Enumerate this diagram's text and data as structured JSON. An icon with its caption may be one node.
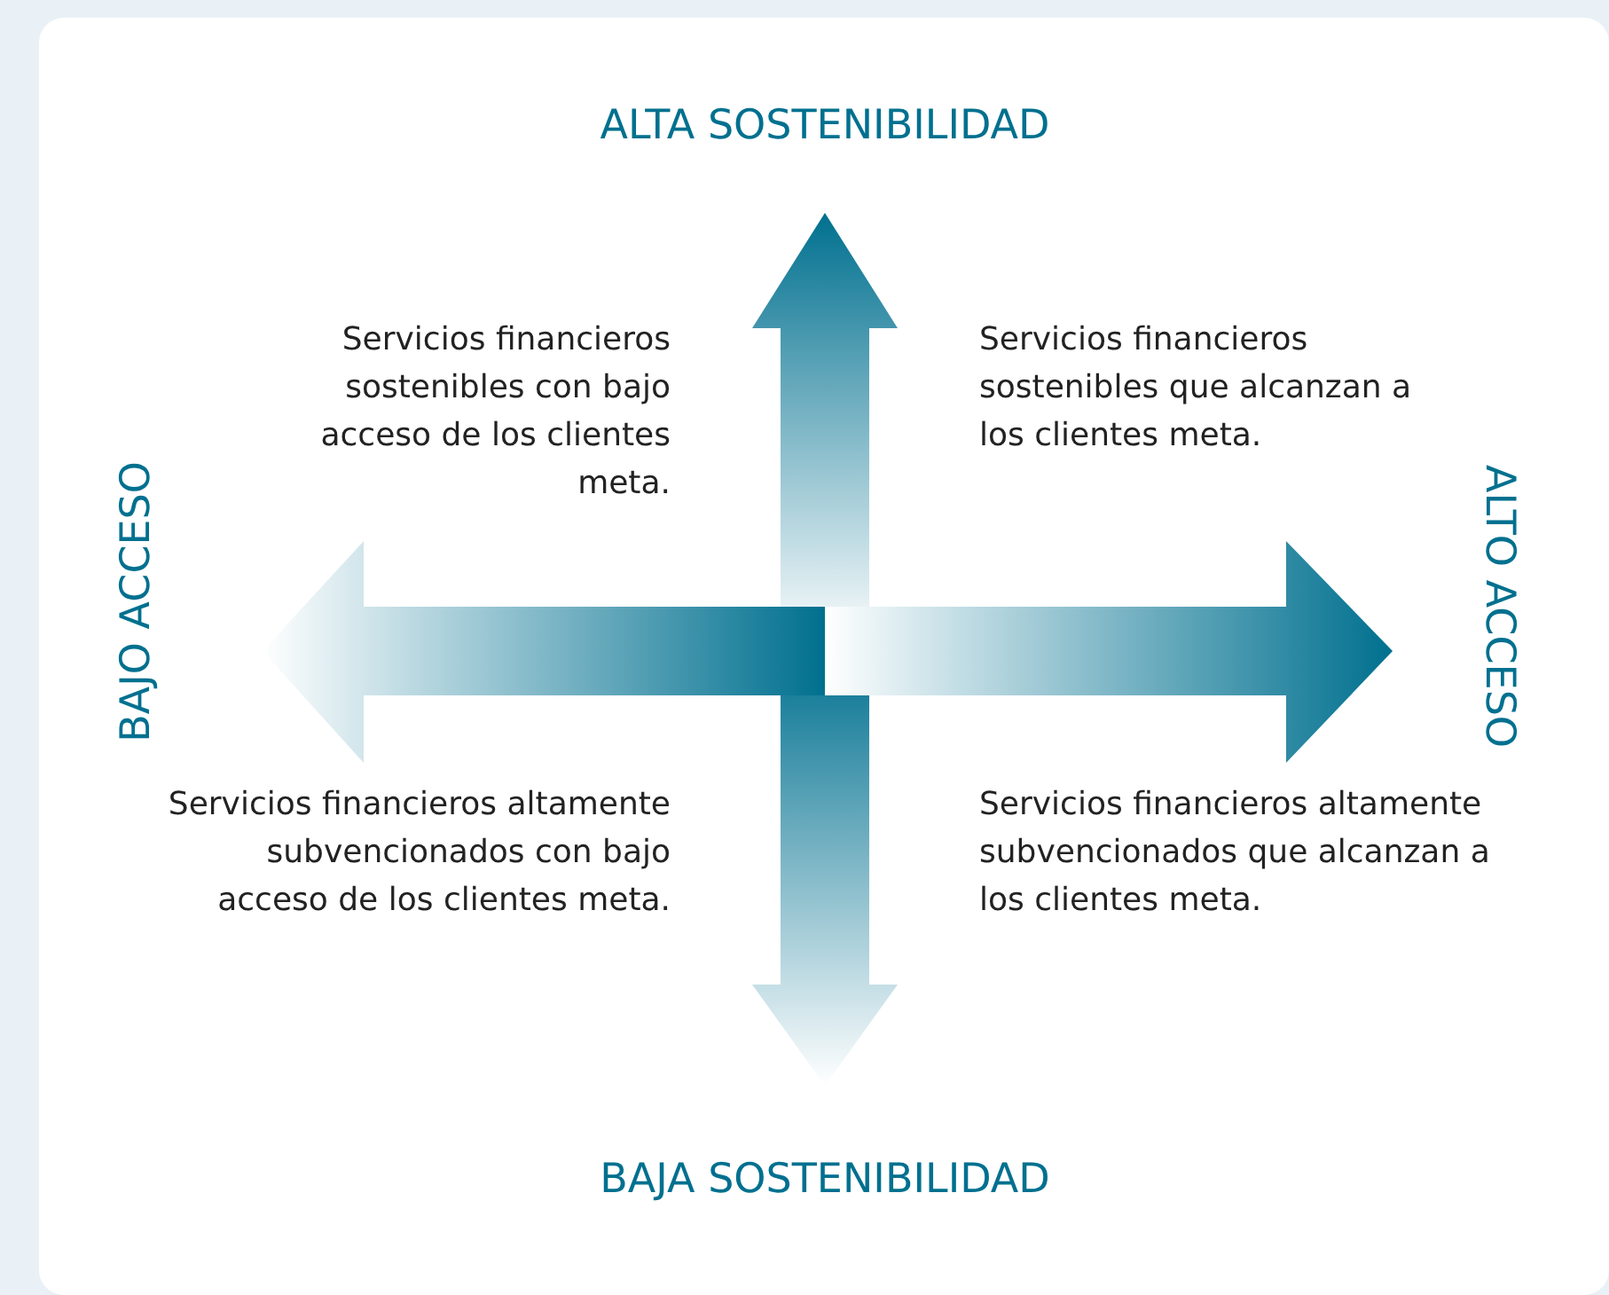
{
  "diagram": {
    "labels": [
      "ALTA SOSTENIBILIDAD",
      "Servicios financieros sostenibles con bajo acceso de los clientes meta.",
      "Servicios financieros sostenibles que alcanzan a los clientes meta.",
      "BAJO ACCESO",
      "ALTO ACCESO",
      "Servicios financieros altamente subvencionados con bajo acceso de los clientes meta.",
      "Servicios financieros altamente subvencionados que alcanzan a los clientes meta.",
      "BAJA SOSTENIBILIDAD"
    ]
  }
}
